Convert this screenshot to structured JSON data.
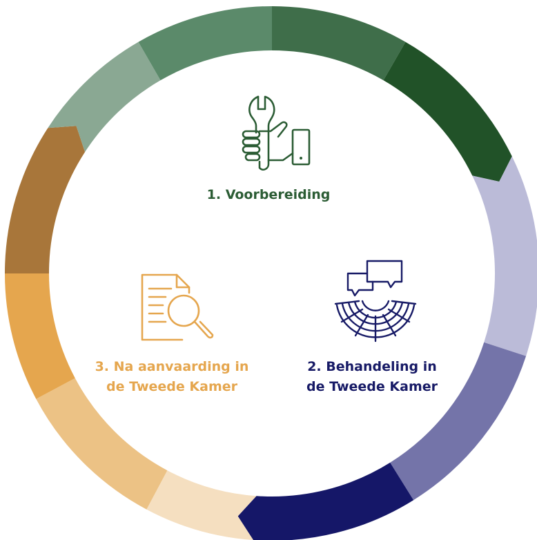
{
  "stages": [
    {
      "label": "1. Voorbereiding",
      "icon": "hand-wrench-icon",
      "color": "#2b5c34",
      "segments": [
        "#5b8a6a",
        "#3f6e4a",
        "#215228",
        "#8aa893"
      ]
    },
    {
      "label_line1": "2. Behandeling in",
      "label_line2": "de Tweede Kamer",
      "icon": "parliament-discussion-icon",
      "color": "#171a66",
      "segments": [
        "#bbbbd8",
        "#7474a9",
        "#151768"
      ]
    },
    {
      "label_line1": "3. Na aanvaarding in",
      "label_line2": "de Tweede Kamer",
      "icon": "document-search-icon",
      "color": "#e5a64e",
      "segments": [
        "#f5dfc0",
        "#ecc285",
        "#e5a64e",
        "#a8763a"
      ]
    }
  ]
}
